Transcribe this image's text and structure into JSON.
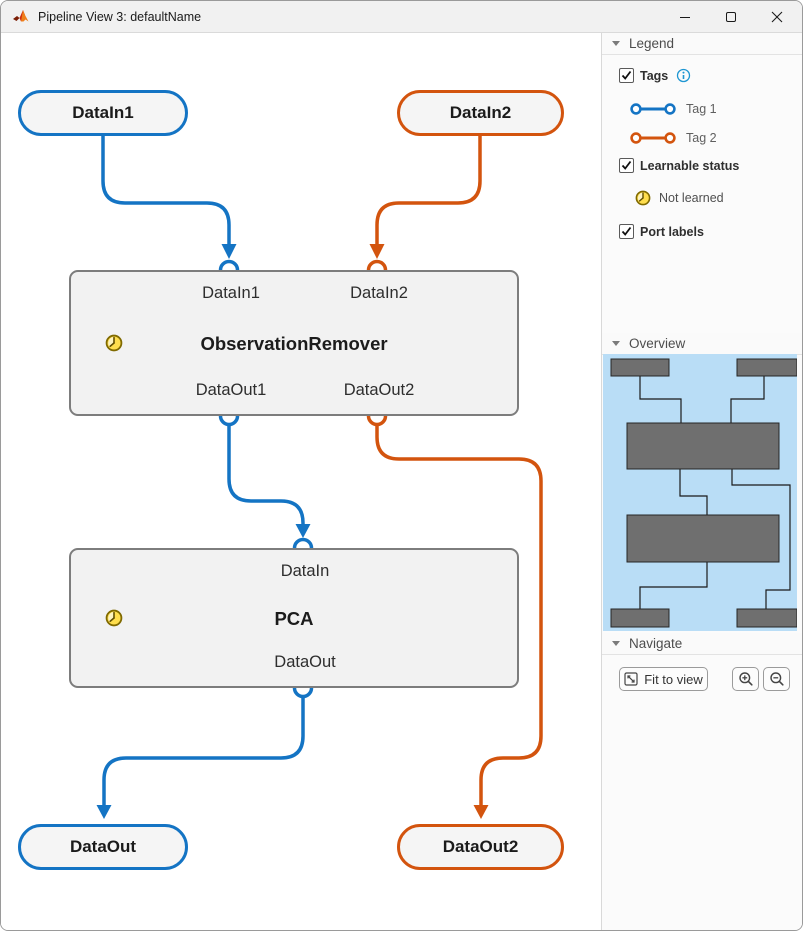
{
  "window": {
    "title": "Pipeline View 3: defaultName"
  },
  "colors": {
    "tag1_blue": "#1474C4",
    "tag2_orange": "#D3540E",
    "block_border_gray": "#7D7D7D",
    "minimap_background_blue": "#B9DDF6",
    "not_learned_yellow": "#FFDE4D"
  },
  "canvas": {
    "source_nodes": [
      {
        "label": "DataIn1",
        "tag": "Tag 1"
      },
      {
        "label": "DataIn2",
        "tag": "Tag 2"
      }
    ],
    "sink_nodes": [
      {
        "label": "DataOut",
        "tag": "Tag 1"
      },
      {
        "label": "DataOut2",
        "tag": "Tag 2"
      }
    ],
    "blocks": [
      {
        "title": "ObservationRemover",
        "learnable_status": "Not learned",
        "input_ports": [
          "DataIn1",
          "DataIn2"
        ],
        "output_ports": [
          "DataOut1",
          "DataOut2"
        ]
      },
      {
        "title": "PCA",
        "learnable_status": "Not learned",
        "input_ports": [
          "DataIn"
        ],
        "output_ports": [
          "DataOut"
        ]
      }
    ]
  },
  "sidebar": {
    "legend": {
      "header": "Legend",
      "tags_label": "Tags",
      "tag_items": [
        {
          "label": "Tag 1"
        },
        {
          "label": "Tag 2"
        }
      ],
      "learnable_label": "Learnable status",
      "status_items": [
        {
          "label": "Not learned"
        }
      ],
      "port_labels_label": "Port labels"
    },
    "overview": {
      "header": "Overview"
    },
    "navigate": {
      "header": "Navigate",
      "fit_to_view_label": "Fit to view"
    }
  }
}
